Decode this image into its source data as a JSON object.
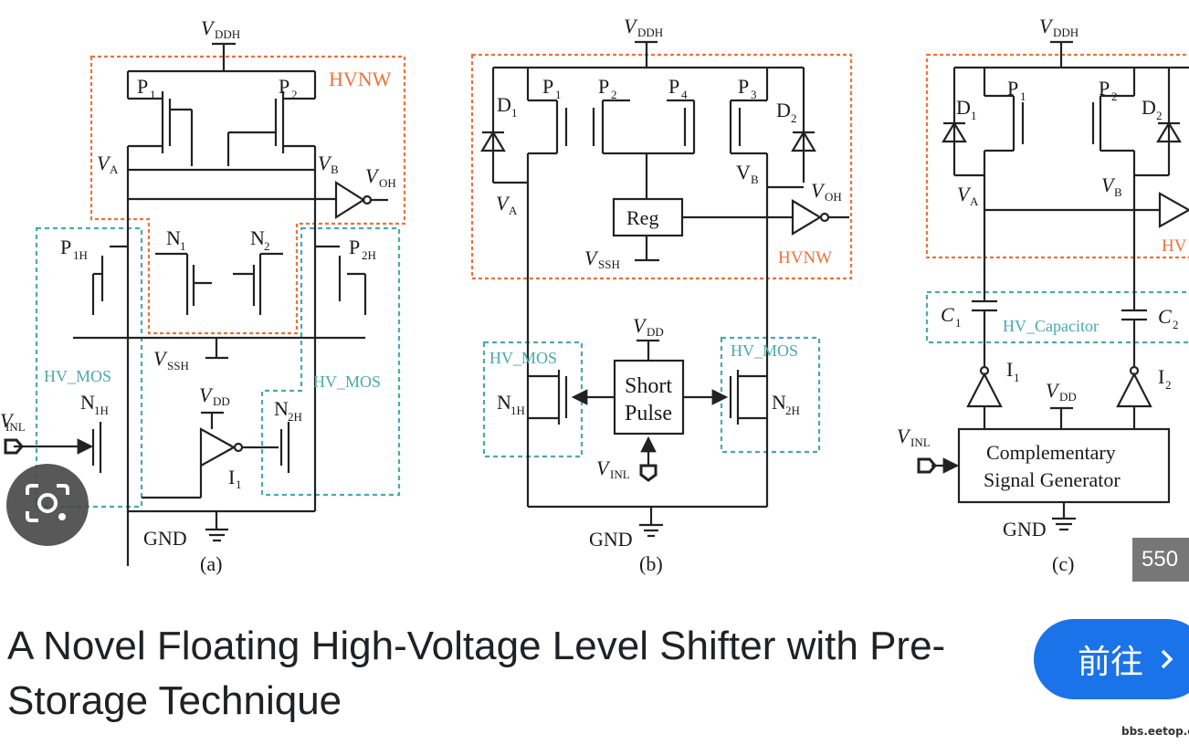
{
  "result": {
    "title": "A Novel Floating High-Voltage Level Shifter with Pre-Storage Technique",
    "goto_label": "前往",
    "size_badge": "550",
    "source_site": "bbs.eetop.cn"
  },
  "schematic": {
    "a": {
      "caption": "(a)",
      "vddh": "DDH",
      "hvnw": "HVNW",
      "p1": "P",
      "p1_sub": "1",
      "p2": "P",
      "p2_sub": "2",
      "va": "A",
      "vb": "B",
      "voh": "OH",
      "p1h": "P",
      "p1h_sub": "1H",
      "n1": "N",
      "n1_sub": "1",
      "n2": "N",
      "n2_sub": "2",
      "p2h": "P",
      "p2h_sub": "2H",
      "vssh": "SSH",
      "hvmos_left": "HV_MOS",
      "hvmos_right": "HV_MOS",
      "n1h": "N",
      "n1h_sub": "1H",
      "vdd": "DD",
      "n2h": "N",
      "n2h_sub": "2H",
      "vinl": "INL",
      "i1": "I",
      "i1_sub": "1",
      "gnd": "GND"
    },
    "b": {
      "caption": "(b)",
      "vddh": "DDH",
      "hvnw": "HVNW",
      "d1": "D",
      "d1_sub": "1",
      "p1": "P",
      "p1_sub": "1",
      "p2": "P",
      "p2_sub": "2",
      "p4": "P",
      "p4_sub": "4",
      "p3": "P",
      "p3_sub": "3",
      "d2": "D",
      "d2_sub": "2",
      "va": "A",
      "vb": "V",
      "vb_sub": "B",
      "voh": "OH",
      "reg": "Reg",
      "vssh": "SSH",
      "hvmos_left": "HV_MOS",
      "hvmos_right": "HV_MOS",
      "vdd": "DD",
      "short": "Short",
      "pulse": "Pulse",
      "n1h": "N",
      "n1h_sub": "1H",
      "n2h": "N",
      "n2h_sub": "2H",
      "vinl": "INL",
      "gnd": "GND"
    },
    "c": {
      "caption": "(c)",
      "vddh": "DDH",
      "hv": "HV",
      "d1": "D",
      "d1_sub": "1",
      "p1": "P",
      "p1_sub": "1",
      "p2": "P",
      "p2_sub": "2",
      "d2": "D",
      "d2_sub": "2",
      "va": "A",
      "vb": "B",
      "c1": "C",
      "c1_sub": "1",
      "c2": "C",
      "c2_sub": "2",
      "hv_cap": "HV_Capacitor",
      "i1": "I",
      "i1_sub": "1",
      "i2": "I",
      "i2_sub": "2",
      "vdd": "DD",
      "vinl": "INL",
      "csg1": "Complementary",
      "csg2": "Signal Generator",
      "gnd": "GND"
    }
  },
  "colors": {
    "accent": "#1a73e8",
    "hvnw_border": "#f0703a",
    "hvmos_border": "#4aa9ae",
    "badge_bg": "#777777"
  },
  "icons": {
    "lens": "google-lens-icon",
    "chevron": "chevron-right-icon"
  }
}
